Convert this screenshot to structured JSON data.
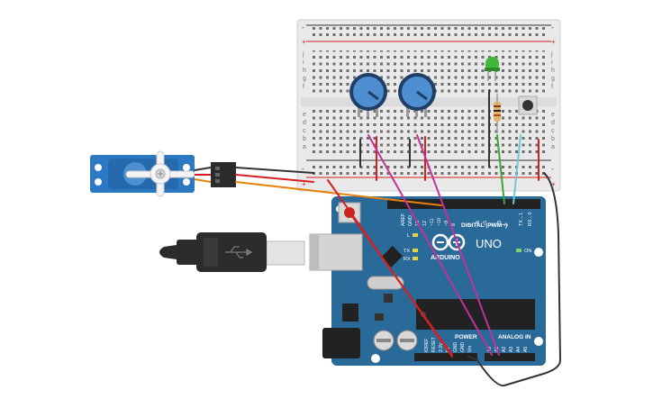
{
  "arduino": {
    "brand": "ARDUINO",
    "model": "UNO",
    "digital_label": "DIGITAL (PWM~)",
    "power_label": "POWER",
    "analog_label": "ANALOG IN",
    "on_label": "ON",
    "tx_label": "TX",
    "rx_label": "RX",
    "l_label": "L",
    "digital_pins": [
      "AREF",
      "GND",
      "13",
      "12",
      "~11",
      "~10",
      "~9",
      "8",
      "7",
      "~6",
      "~5",
      "4",
      "~3",
      "2",
      "TX→1",
      "RX←0"
    ],
    "power_pins": [
      "IOREF",
      "RESET",
      "3.3V",
      "5V",
      "GND",
      "GND",
      "Vin"
    ],
    "analog_pins": [
      "A0",
      "A1",
      "A2",
      "A3",
      "A4",
      "A5"
    ]
  },
  "breadboard": {
    "row_letters_top": [
      "j",
      "i",
      "h",
      "g",
      "f"
    ],
    "row_letters_bottom": [
      "e",
      "d",
      "c",
      "b",
      "a"
    ],
    "plus_label": "+",
    "minus_label": "-"
  },
  "colors": {
    "board": "#2a6a99",
    "wire_red": "#d42020",
    "wire_black": "#333333",
    "wire_orange": "#e8820f",
    "wire_magenta": "#c0329a",
    "wire_green": "#3aa83a",
    "wire_cyan": "#6ec8d8",
    "led": "#43b73a",
    "pot": "#2d6fb5",
    "servo": "#2d78c2"
  }
}
